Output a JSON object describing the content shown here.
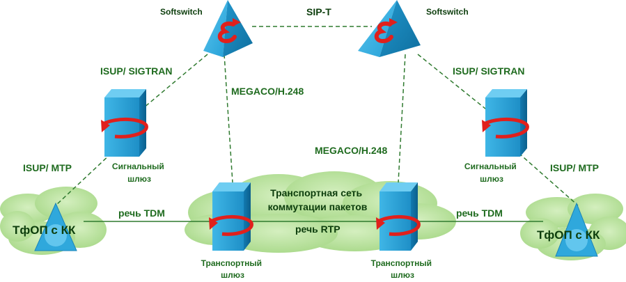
{
  "softswitch_left": "Softswitch",
  "softswitch_right": "Softswitch",
  "sip_link": "SIP-T",
  "isup_sigtran_left": "ISUP/ SIGTRAN",
  "isup_sigtran_right": "ISUP/ SIGTRAN",
  "megaco_left": "MEGACO/H.248",
  "megaco_right": "MEGACO/H.248",
  "isup_mtp_left": "ISUP/ MTP",
  "isup_mtp_right": "ISUP/ MTP",
  "signal_gw_left": [
    "Сигнальный",
    "шлюз"
  ],
  "signal_gw_right": [
    "Сигнальный",
    "шлюз"
  ],
  "transport_gw_left": [
    "Транспортный",
    "шлюз"
  ],
  "transport_gw_right": [
    "Транспортный",
    "шлюз"
  ],
  "network_cloud": [
    "Транспортная сеть",
    "коммутации пакетов"
  ],
  "speech_tdm_left": "речь TDM",
  "speech_tdm_right": "речь TDM",
  "speech_rtp": "речь RTP",
  "pstn_left": "ТфОП с КК",
  "pstn_right": "ТфОП с КК",
  "colors": {
    "label_green": "#1f6b1f",
    "cloud_fill": "#bfe3a4",
    "device_blue": "#2fa8dc",
    "arrow_red": "#e0201c",
    "line_green": "#2f7a2f"
  }
}
